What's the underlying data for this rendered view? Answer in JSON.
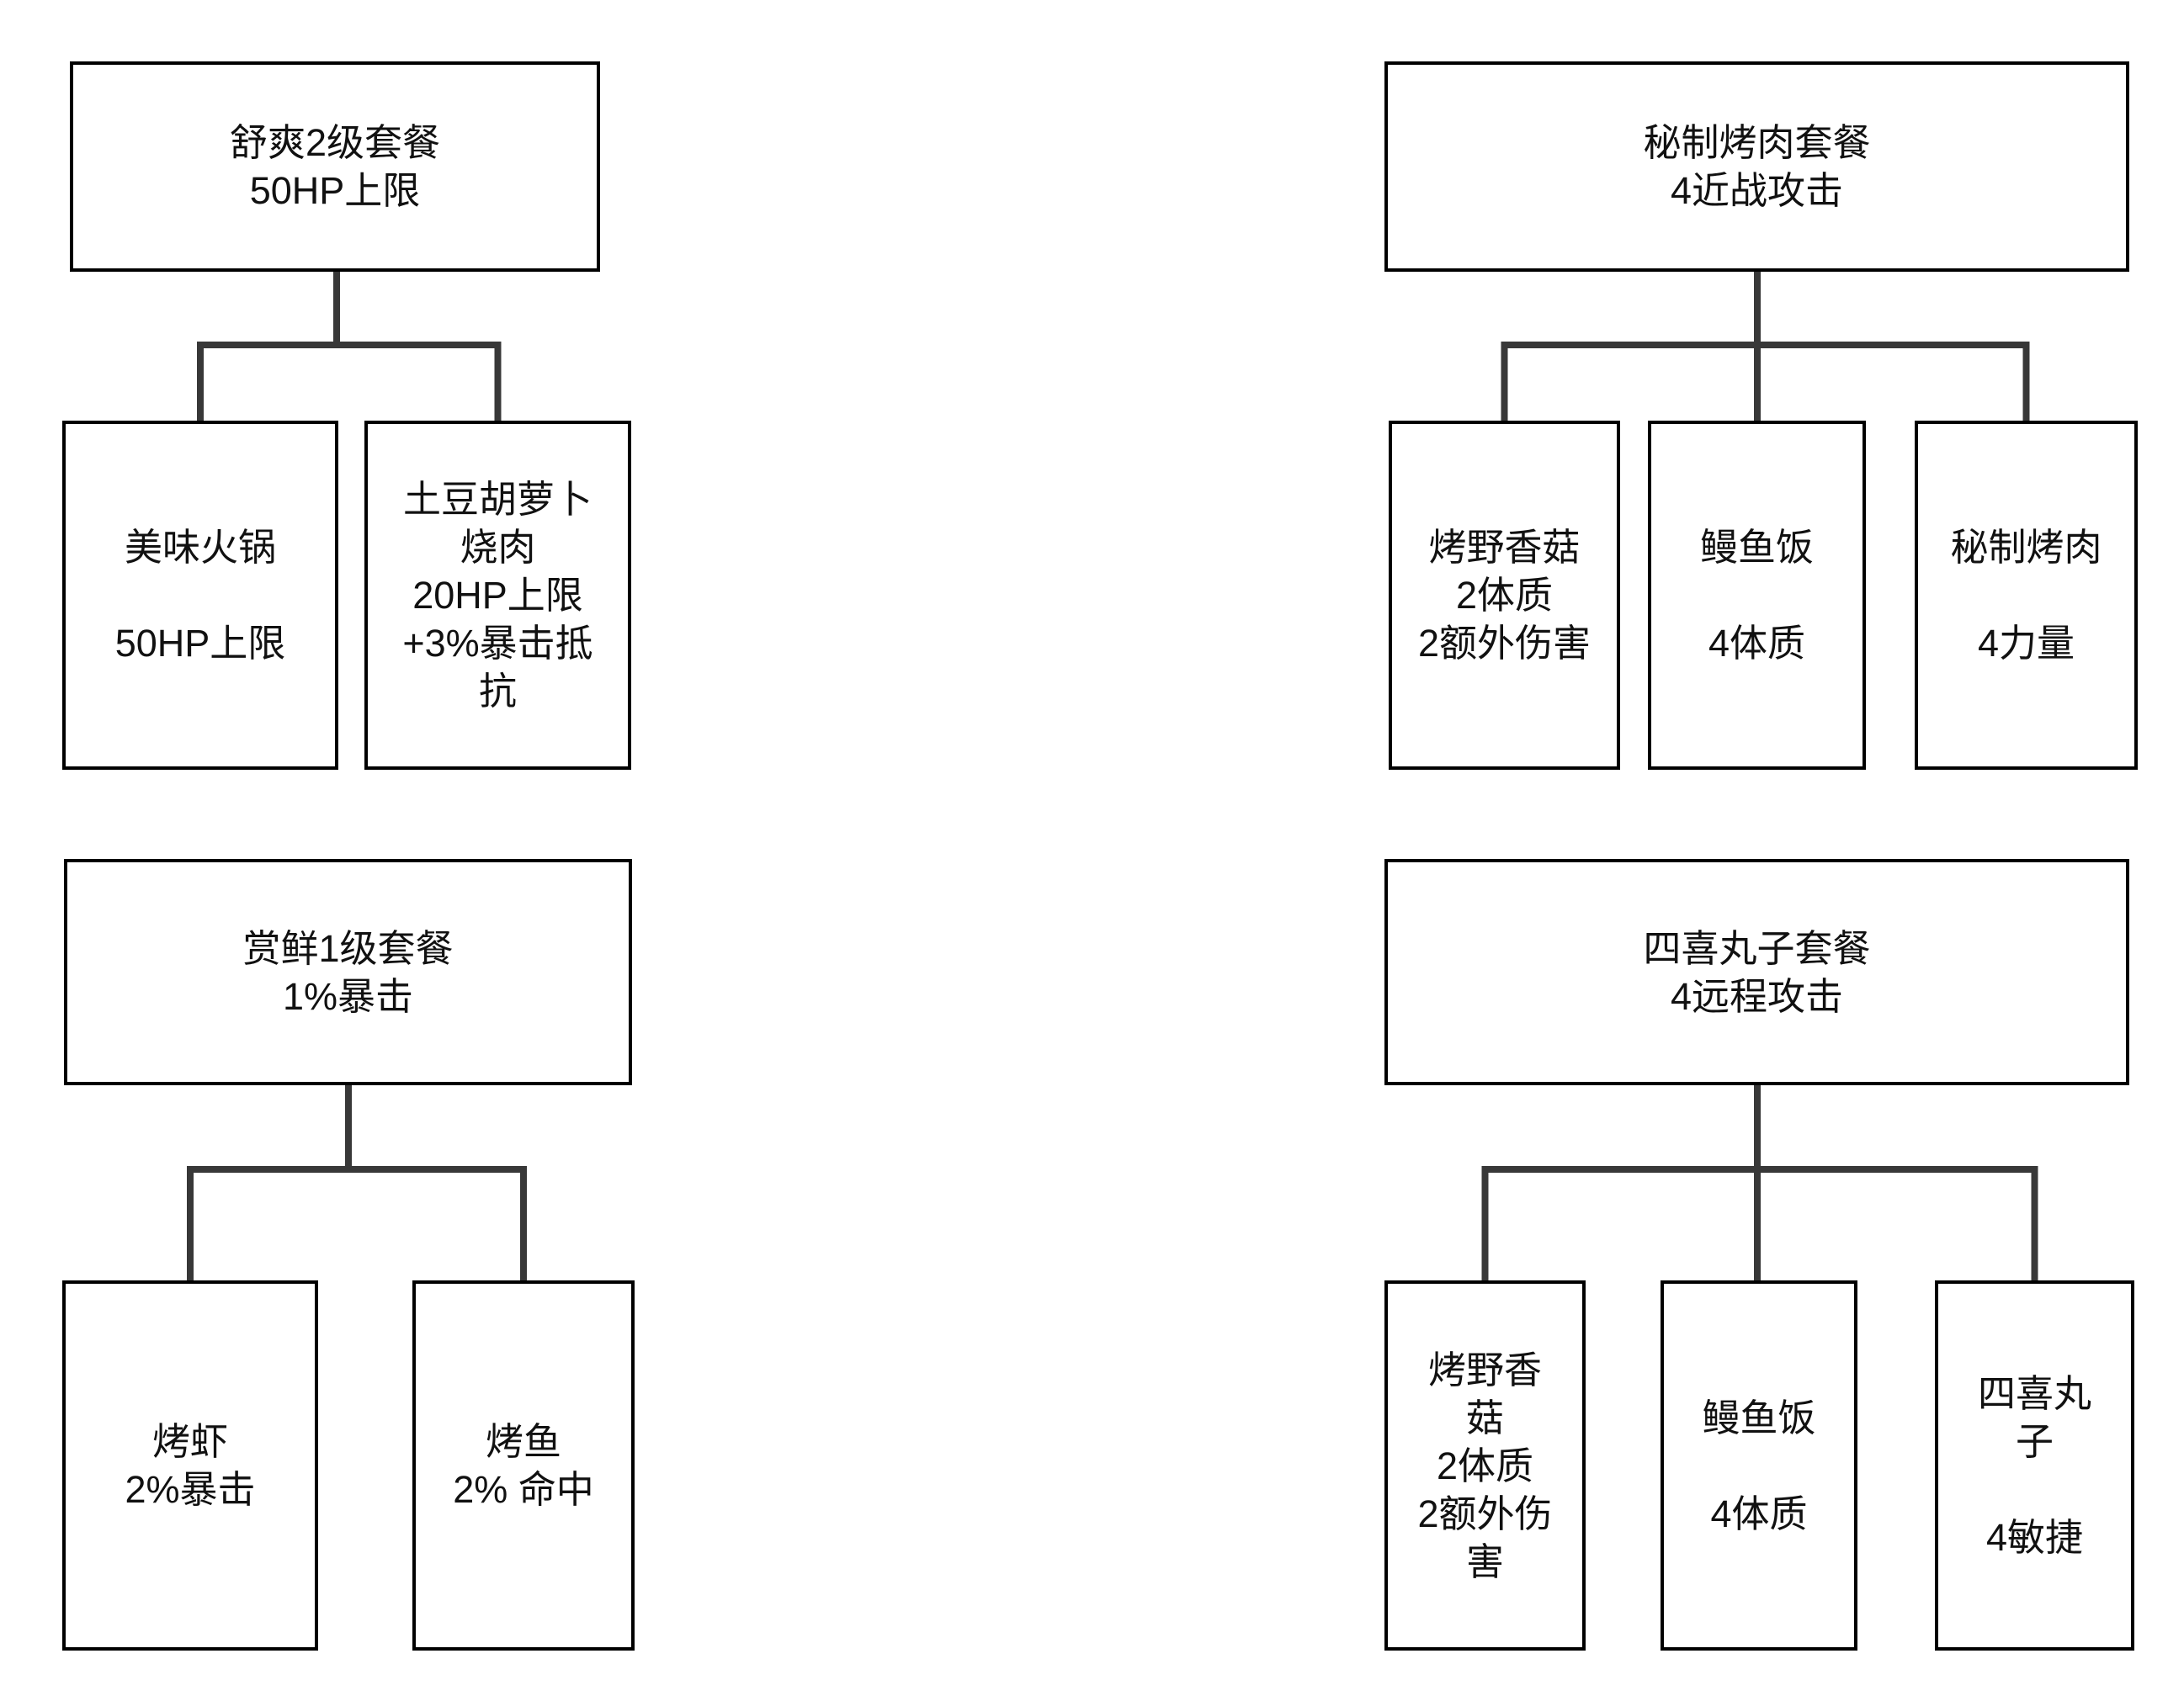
{
  "diagram": {
    "colors": {
      "background": "#ffffff",
      "box_border": "#000000",
      "connector": "#383838",
      "text": "#111111"
    },
    "trees": [
      {
        "name": "comfort-lv2-set",
        "parent": {
          "lines": [
            "舒爽2级套餐",
            "50HP上限"
          ]
        },
        "children": [
          {
            "name": "delicious-hotpot",
            "lines": [
              "美味火锅",
              "",
              "50HP上限"
            ]
          },
          {
            "name": "potato-carrot-roast-pork",
            "lines": [
              "土豆胡萝卜",
              "烧肉",
              "20HP上限",
              "+3%暴击抵",
              "抗"
            ]
          }
        ]
      },
      {
        "name": "secret-roast-meat-set",
        "parent": {
          "lines": [
            "秘制烤肉套餐",
            "4近战攻击"
          ]
        },
        "children": [
          {
            "name": "roast-wild-mushroom",
            "lines": [
              "烤野香菇",
              "2体质",
              "2额外伤害"
            ]
          },
          {
            "name": "eel-rice",
            "lines": [
              "鳗鱼饭",
              "",
              "4体质"
            ]
          },
          {
            "name": "secret-roast-meat",
            "lines": [
              "秘制烤肉",
              "",
              "4力量"
            ]
          }
        ]
      },
      {
        "name": "fresh-lv1-set",
        "parent": {
          "lines": [
            "赏鲜1级套餐",
            "1%暴击"
          ]
        },
        "children": [
          {
            "name": "roast-shrimp",
            "lines": [
              "烤虾",
              "2%暴击"
            ]
          },
          {
            "name": "roast-fish",
            "lines": [
              "烤鱼",
              "2% 命中"
            ]
          }
        ]
      },
      {
        "name": "four-joy-meatballs-set",
        "parent": {
          "lines": [
            "四喜丸子套餐",
            "4远程攻击"
          ]
        },
        "children": [
          {
            "name": "roast-wild-mushroom-narrow",
            "lines": [
              "烤野香",
              "菇",
              "2体质",
              "2额外伤",
              "害"
            ]
          },
          {
            "name": "eel-rice-2",
            "lines": [
              "鳗鱼饭",
              "",
              "4体质"
            ]
          },
          {
            "name": "four-joy-meatballs",
            "lines": [
              "四喜丸",
              "子",
              "",
              "4敏捷"
            ]
          }
        ]
      }
    ]
  }
}
